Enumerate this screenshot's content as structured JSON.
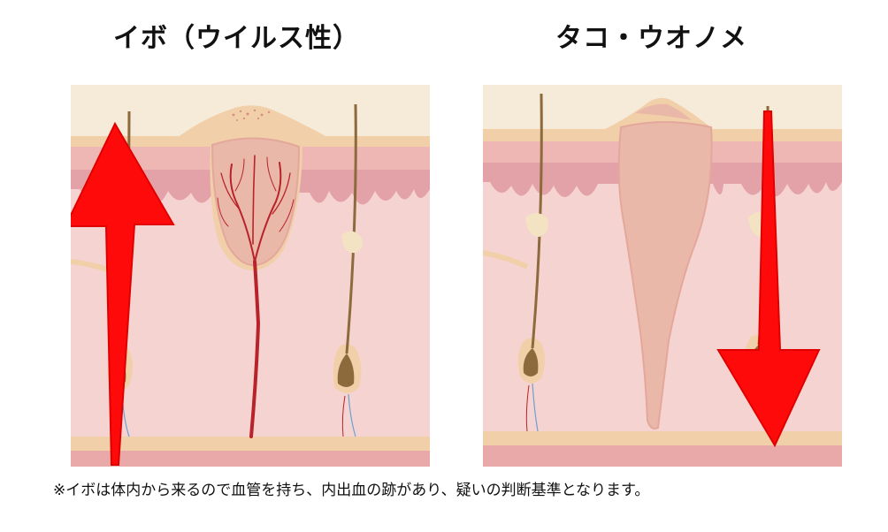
{
  "left": {
    "title": "イボ（ウイルス性）"
  },
  "right": {
    "title": "タコ・ウオノメ"
  },
  "caption": "※イボは体内から来るので血管を持ち、内出血の跡があり、疑いの判断基準となります。",
  "colors": {
    "background": "#f5d3d0",
    "epidermis": "#f1cfa9",
    "dermis_band": "#e3a2a7",
    "lesion": "#e9b8a9",
    "blood_vessel": "#b8232a",
    "hair": "#8c6a3c",
    "arrow": "#ff0a0a"
  },
  "icons": {
    "left_arrow": "arrow-up-icon",
    "right_arrow": "arrow-down-icon"
  }
}
